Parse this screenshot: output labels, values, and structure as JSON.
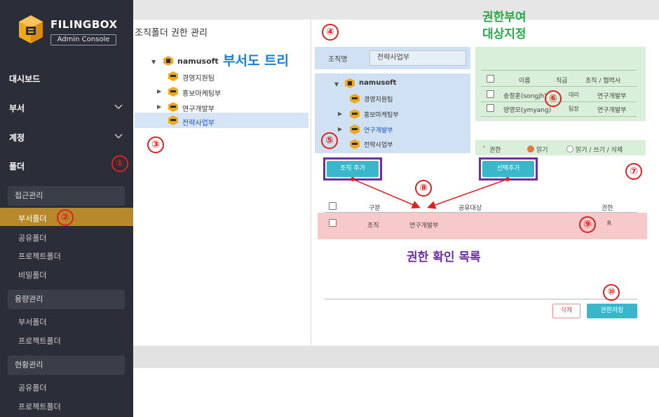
{
  "brand": {
    "name": "FILINGBOX",
    "subtitle": "Admin Console"
  },
  "sidebar": {
    "items": [
      {
        "label": "대시보드"
      },
      {
        "label": "부서"
      },
      {
        "label": "계정"
      },
      {
        "label": "폴더"
      }
    ],
    "groups": [
      {
        "label": "접근관리",
        "items": [
          "부서폴더",
          "공유폴더",
          "프로젝트폴더",
          "비밀폴더"
        ],
        "active": "부서폴더"
      },
      {
        "label": "용량관리",
        "items": [
          "부서폴더",
          "프로젝트폴더"
        ]
      },
      {
        "label": "현황관리",
        "items": [
          "공유폴더",
          "프로젝트폴더"
        ]
      }
    ]
  },
  "page": {
    "title": "조직폴더 권한 관리"
  },
  "dept_tree": {
    "root": "namusoft",
    "children": [
      "경영지원팀",
      "홍보마케팅부",
      "연구개발부",
      "전략사업부"
    ],
    "selected": "전략사업부"
  },
  "org_panel": {
    "label": "조직명",
    "value": "전략사업부",
    "tree": {
      "root": "namusoft",
      "children": [
        "경영지원팀",
        "홍보마케팅부",
        "연구개발부",
        "전략사업부"
      ],
      "highlighted": "연구개발부"
    },
    "add_button": "조직 추가"
  },
  "target_panel": {
    "headers": [
      "이름",
      "직급",
      "조직 / 협력사"
    ],
    "rows": [
      {
        "name": "송정훈(songjh)",
        "rank": "대리",
        "org": "연구개발부"
      },
      {
        "name": "양영모(ymyang)",
        "rank": "팀장",
        "org": "연구개발부"
      }
    ],
    "perm_label": "권한",
    "perm_options": [
      "읽기",
      "읽기 / 쓰기 / 삭제"
    ],
    "perm_selected": "읽기",
    "select_add_button": "선택추가"
  },
  "result_table": {
    "headers": [
      "구분",
      "공유대상",
      "권한"
    ],
    "rows": [
      {
        "type": "조직",
        "target": "연구개발부",
        "perm": "R"
      }
    ],
    "delete_button": "삭제",
    "save_button": "권한저장"
  },
  "annotations": {
    "dept_tree_title": "부서도 트리",
    "target_title_line1": "권한부여",
    "target_title_line2": "대상지정",
    "result_title": "권한 확인 목록",
    "numbers": [
      "①",
      "②",
      "③",
      "④",
      "⑤",
      "⑥",
      "⑦",
      "⑧",
      "⑨",
      "⑩"
    ]
  },
  "colors": {
    "sidebar_bg": "#2b2e38",
    "active_bg": "#b8892a",
    "org_panel_bg": "#cfe1f2",
    "target_panel_bg": "#d9efd9",
    "result_row_bg": "#f7c9c9",
    "button_teal": "#3bb7cc",
    "annotation_red": "#e02020",
    "frame_purple": "#6b2fa0"
  }
}
